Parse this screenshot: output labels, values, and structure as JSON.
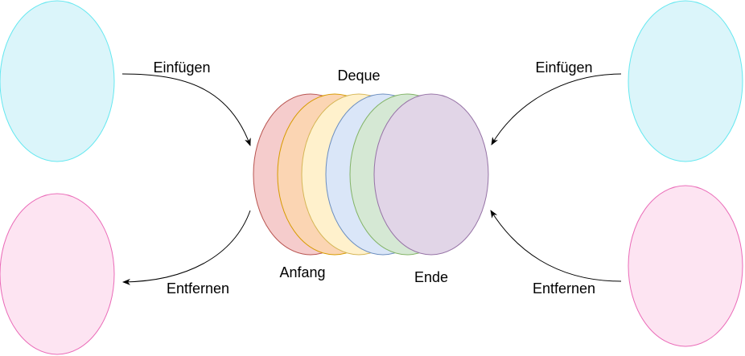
{
  "title": "Deque",
  "labels": {
    "front": "Anfang",
    "back": "Ende",
    "insert_left": "Einfügen",
    "insert_right": "Einfügen",
    "remove_left": "Entfernen",
    "remove_right": "Entfernen"
  },
  "colors": {
    "insert_fill": "#dbf5fa",
    "insert_stroke": "#66e8f0",
    "remove_fill": "#fde4f2",
    "remove_stroke": "#ea6bb8",
    "deque_fills": [
      "#f5cccc",
      "#fbd5b3",
      "#fff1cc",
      "#dae6f8",
      "#d5e8d4",
      "#e1d5e7"
    ],
    "deque_strokes": [
      "#b85450",
      "#d79b00",
      "#d6b656",
      "#6c8ebf",
      "#82b366",
      "#9673a6"
    ]
  }
}
